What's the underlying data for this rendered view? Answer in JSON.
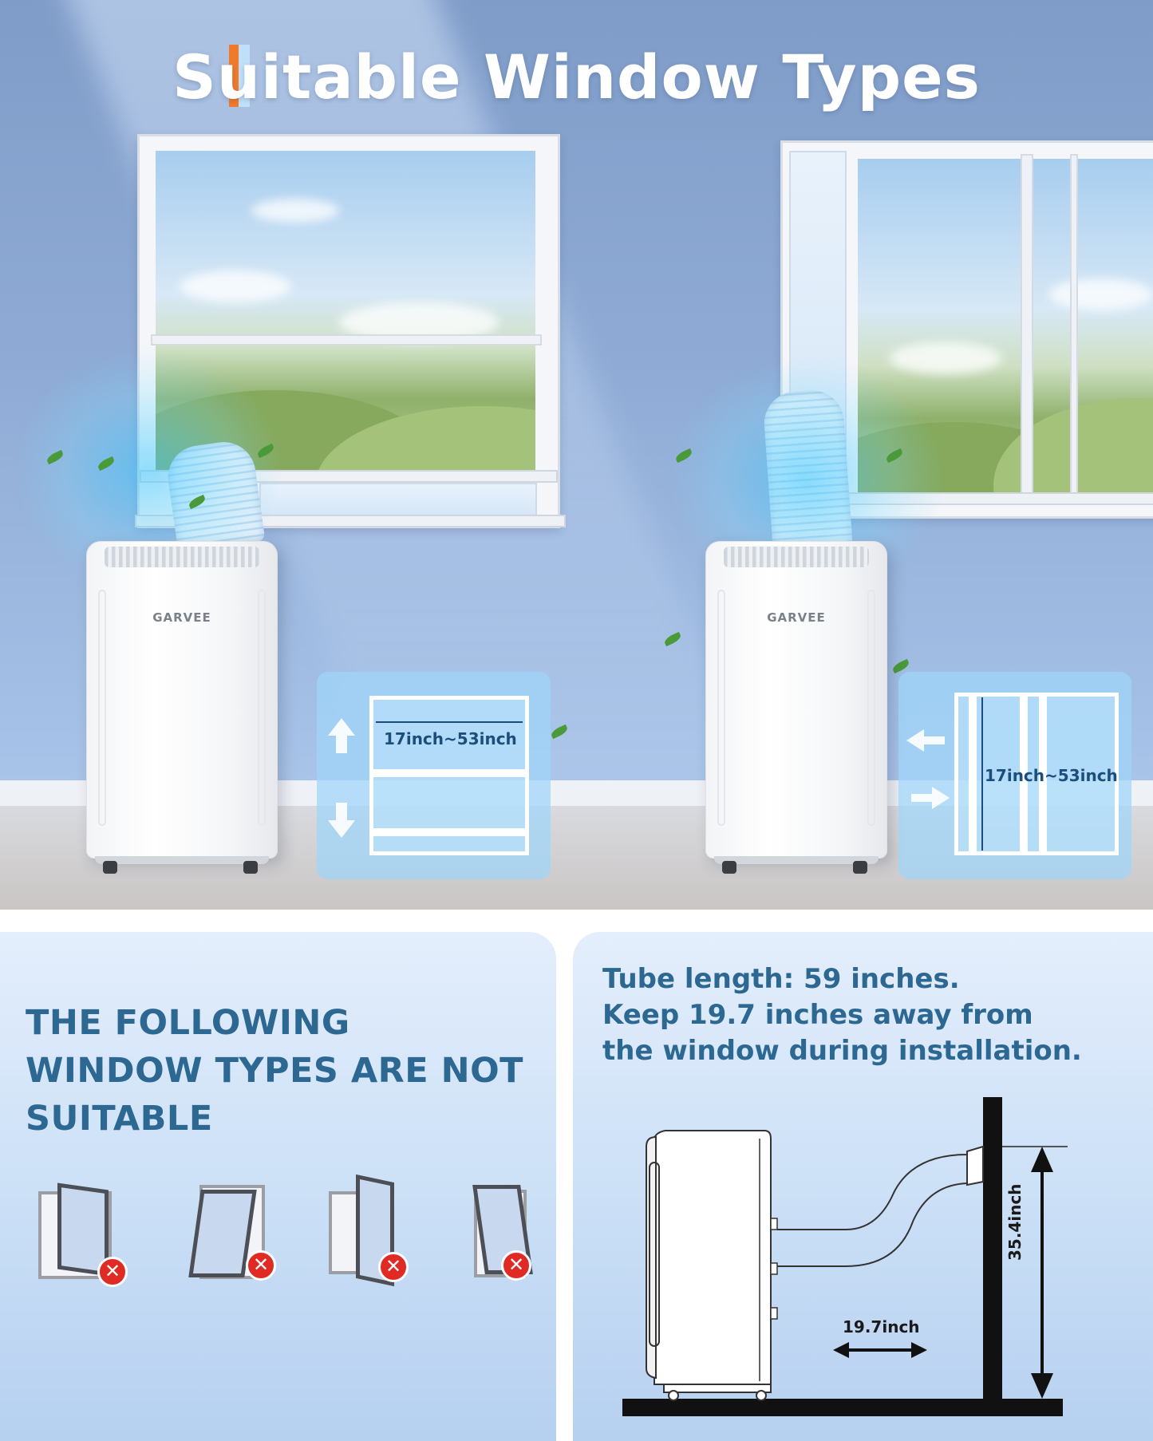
{
  "title": "Suitable Window Types",
  "brand": "GARVEE",
  "window_hung": {
    "dimension": "17inch~53inch"
  },
  "window_slider": {
    "dimension": "17inch~53inch"
  },
  "not_suitable": {
    "heading": "THE FOLLOWING WINDOW TYPES ARE NOT SUITABLE",
    "icons": [
      "casement-window-icon",
      "awning-window-icon",
      "open-casement-window-icon",
      "tilt-window-icon"
    ]
  },
  "install": {
    "line1": "Tube length: 59 inches.",
    "line2": "Keep 19.7 inches away from",
    "line3": "the window during installation.",
    "distance_label": "19.7inch",
    "height_label": "35.4inch"
  },
  "colors": {
    "accent_orange": "#f07a2a",
    "text_blue": "#2c6891",
    "dimension_blue": "#1b4e7a",
    "x_red": "#e02a24"
  }
}
